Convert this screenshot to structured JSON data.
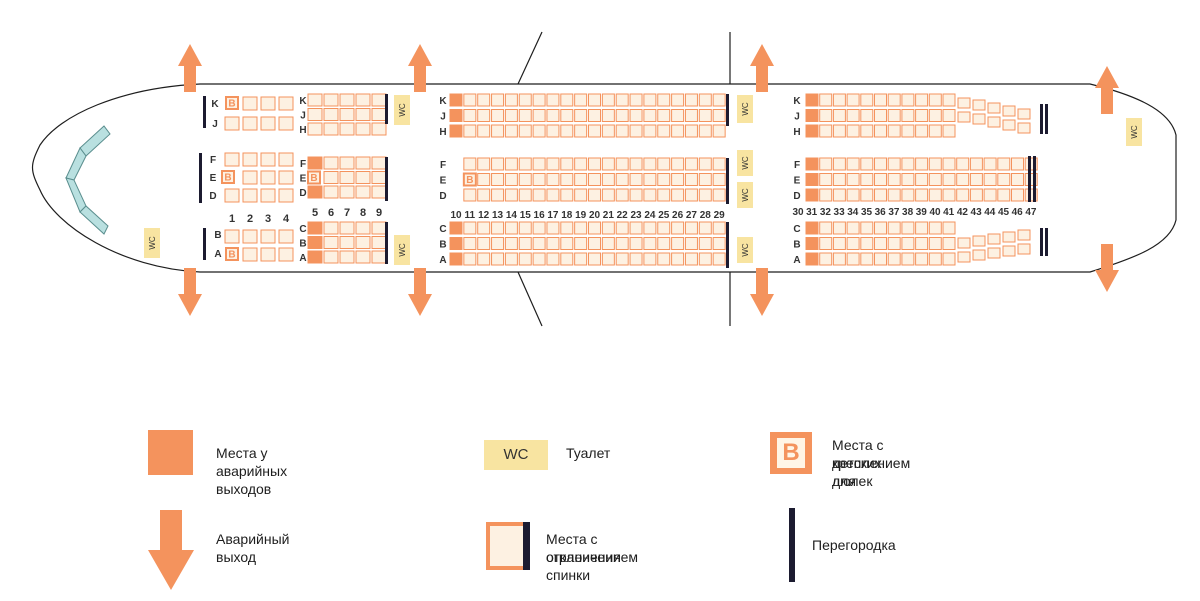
{
  "colors": {
    "exit_seat": "#f4935d",
    "seat_fill": "#fdf1e2",
    "seat_border": "#f4935d",
    "wc": "#f8e4a1",
    "partition": "#1c1b30",
    "window": "#b9e0e0",
    "outline": "#1e1e1e"
  },
  "icons": {
    "exit_arrow": "arrow-icon",
    "bassinet": "bassinet-icon"
  },
  "cabin": {
    "wc_label": "WC",
    "bassinet_letter": "B",
    "zone1": {
      "row_numbers": [
        "1",
        "2",
        "3",
        "4"
      ],
      "letters_top": [
        "K",
        "J"
      ],
      "letters_mid": [
        "F",
        "E",
        "D"
      ],
      "letters_bot": [
        "B",
        "A"
      ]
    },
    "zone2": {
      "row_numbers": [
        "5",
        "6",
        "7",
        "8",
        "9"
      ],
      "letters_top": [
        "K",
        "J",
        "H"
      ],
      "letters_mid": [
        "F",
        "E",
        "D"
      ],
      "letters_bot": [
        "C",
        "B",
        "A"
      ]
    },
    "zone3": {
      "row_numbers": [
        "10",
        "11",
        "12",
        "13",
        "14",
        "15",
        "16",
        "17",
        "18",
        "19",
        "20",
        "21",
        "22",
        "23",
        "24",
        "25",
        "26",
        "27",
        "28",
        "29"
      ],
      "letters_top": [
        "K",
        "J",
        "H"
      ],
      "letters_mid": [
        "F",
        "E",
        "D"
      ],
      "letters_bot": [
        "C",
        "B",
        "A"
      ]
    },
    "zone4": {
      "row_numbers": [
        "30",
        "31",
        "32",
        "33",
        "34",
        "35",
        "36",
        "37",
        "38",
        "39",
        "40",
        "41",
        "42",
        "43",
        "44",
        "45",
        "46",
        "47"
      ],
      "letters_top": [
        "K",
        "J",
        "H"
      ],
      "letters_mid": [
        "F",
        "E",
        "D"
      ],
      "letters_bot": [
        "C",
        "B",
        "A"
      ]
    }
  },
  "legend": {
    "exit_seats": "Места у аварийных выходов",
    "wc_label": "WC",
    "wc": "Туалет",
    "bassinet_letter": "B",
    "bassinet_line1": "Места с креплением для",
    "bassinet_line2": "детских люлек",
    "emergency_exit": "Аварийный выход",
    "restricted_line1": "Места с ограничением",
    "restricted_line2": "отклонения спинки",
    "partition": "Перегородка"
  }
}
